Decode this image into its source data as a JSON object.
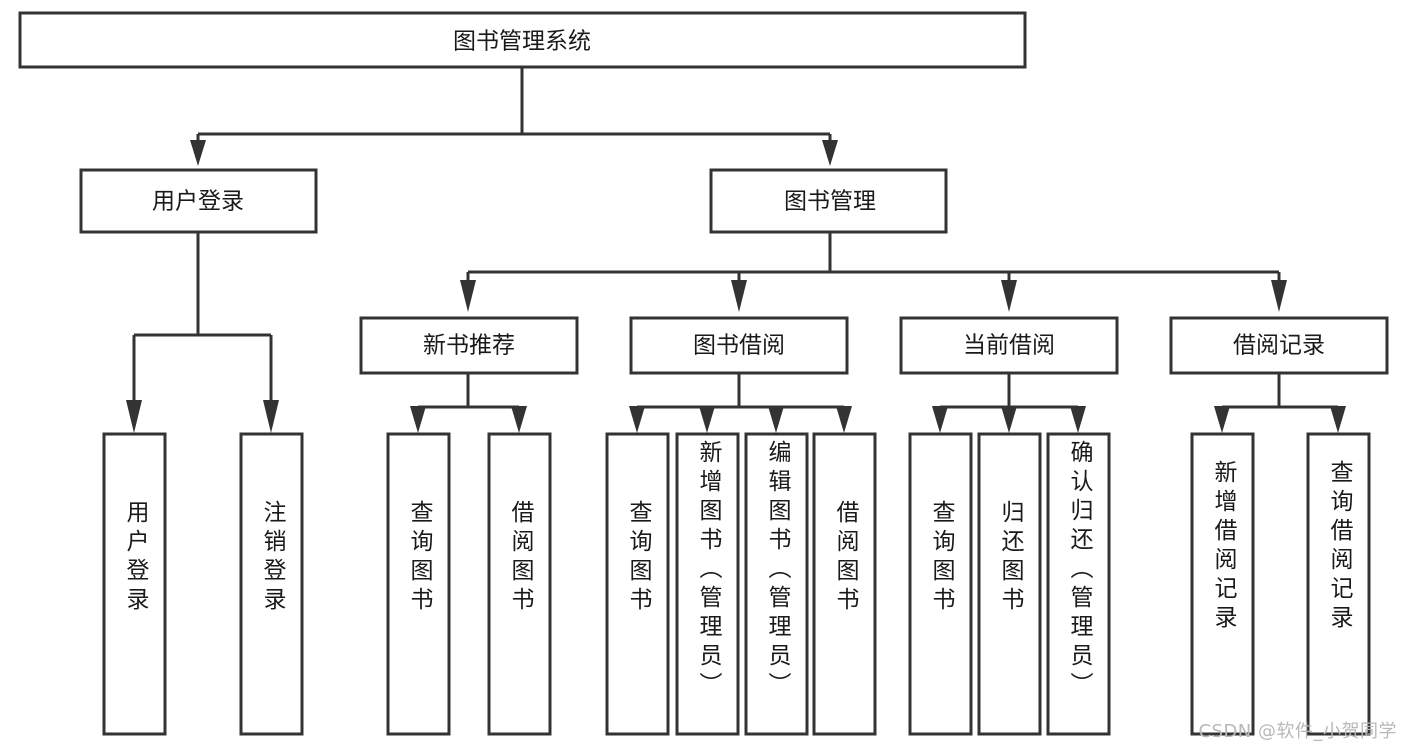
{
  "diagram": {
    "type": "tree-hierarchy",
    "title": "图书管理系统",
    "watermark": "CSDN @软件_小贺同学",
    "colors": {
      "stroke": "#333333",
      "fill": "#ffffff",
      "text": "#1a1a1a",
      "watermark": "#b8b8b8",
      "background": "#ffffff"
    },
    "levels": {
      "root": {
        "label": "图书管理系统"
      },
      "level2": [
        {
          "label": "用户登录"
        },
        {
          "label": "图书管理"
        }
      ],
      "level3": [
        {
          "label": "新书推荐"
        },
        {
          "label": "图书借阅"
        },
        {
          "label": "当前借阅"
        },
        {
          "label": "借阅记录"
        }
      ],
      "leaves": {
        "user_login": [
          {
            "label": "用户登录"
          },
          {
            "label": "注销登录"
          }
        ],
        "new_book_recommend": [
          {
            "label": "查询图书"
          },
          {
            "label": "借阅图书"
          }
        ],
        "book_borrow": [
          {
            "label": "查询图书"
          },
          {
            "label": "新增图书（管理员）"
          },
          {
            "label": "编辑图书（管理员）"
          },
          {
            "label": "借阅图书"
          }
        ],
        "current_borrow": [
          {
            "label": "查询图书"
          },
          {
            "label": "归还图书"
          },
          {
            "label": "确认归还（管理员）"
          }
        ],
        "borrow_record": [
          {
            "label": "新增借阅记录"
          },
          {
            "label": "查询借阅记录"
          }
        ]
      }
    }
  }
}
